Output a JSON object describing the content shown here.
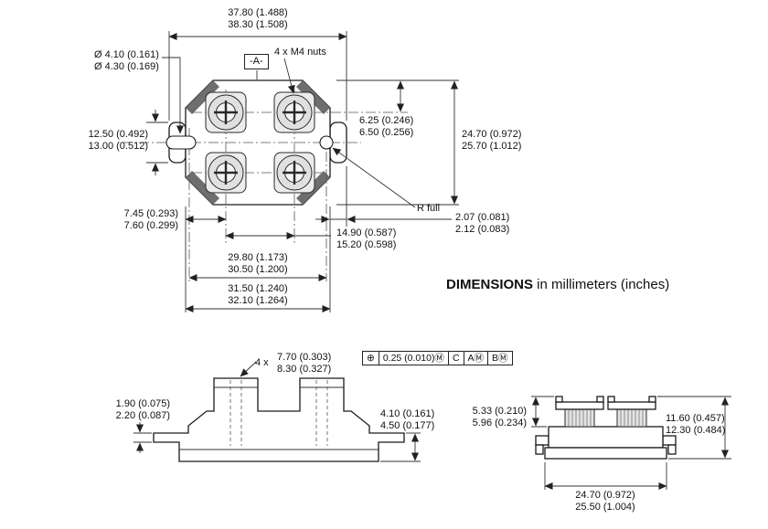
{
  "note": {
    "bold": "DIMENSIONS",
    "rest": " in millimeters (inches)"
  },
  "top_view": {
    "overall_length": [
      "37.80 (1.488)",
      "38.30 (1.508)"
    ],
    "hole_diameter": [
      "Ø 4.10 (0.161)",
      "Ø 4.30 (0.169)"
    ],
    "datum": "-A-",
    "nuts": "4 x M4 nuts",
    "flange_width": [
      "12.50 (0.492)",
      "13.00 (0.512)"
    ],
    "terminal_offset": [
      "6.25 (0.246)",
      "6.50 (0.256)"
    ],
    "body_width": [
      "24.70 (0.972)",
      "25.70 (1.012)"
    ],
    "edge_to_terminal": [
      "7.45 (0.293)",
      "7.60 (0.299)"
    ],
    "radius_note": "R full",
    "corner_dim": [
      "2.07 (0.081)",
      "2.12 (0.083)"
    ],
    "terminal_pitch": [
      "14.90 (0.587)",
      "15.20 (0.598)"
    ],
    "hole_pitch": [
      "29.80 (1.173)",
      "30.50 (1.200)"
    ],
    "body_length": [
      "31.50 (1.240)",
      "32.10 (1.264)"
    ]
  },
  "front_view": {
    "count_prefix": "4 x",
    "terminal_width": [
      "7.70 (0.303)",
      "8.30 (0.327)"
    ],
    "flange_thickness": [
      "1.90 (0.075)",
      "2.20 (0.087)"
    ],
    "flange_height": [
      "4.10 (0.161)",
      "4.50 (0.177)"
    ]
  },
  "tolerance_frame": {
    "symbol": "⊕",
    "tolerance": "0.25 (0.010)Ⓜ",
    "datum_1": "C",
    "datum_2": "AⓂ",
    "datum_3": "BⓂ"
  },
  "side_view": {
    "terminal_height": [
      "5.33 (0.210)",
      "5.96 (0.234)"
    ],
    "overall_height": [
      "11.60 (0.457)",
      "12.30 (0.484)"
    ],
    "body_depth": [
      "24.70 (0.972)",
      "25.50 (1.004)"
    ]
  }
}
